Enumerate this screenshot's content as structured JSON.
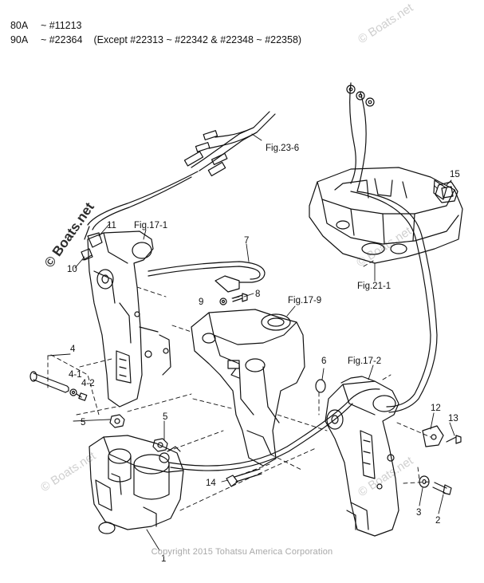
{
  "header": {
    "rows": [
      {
        "model": "80A",
        "serial": "~ #11213",
        "note": ""
      },
      {
        "model": "90A",
        "serial": "~ #22364",
        "note": "(Except #22313 ~ #22342 & #22348 ~ #22358)"
      }
    ]
  },
  "figure_refs": {
    "fig_23_6": "Fig.23-6",
    "fig_17_1": "Fig.17-1",
    "fig_21_1": "Fig.21-1",
    "fig_17_9": "Fig.17-9",
    "fig_17_2": "Fig.17-2"
  },
  "part_labels": {
    "p1": "1",
    "p2": "2",
    "p3": "3",
    "p4": "4",
    "p4_1": "4-1",
    "p4_2": "4-2",
    "p5a": "5",
    "p5b": "5",
    "p6": "6",
    "p7": "7",
    "p8": "8",
    "p9": "9",
    "p10": "10",
    "p11": "11",
    "p12": "12",
    "p13": "13",
    "p14": "14",
    "p15": "15"
  },
  "copyright": "Copyright 2015 Tohatsu America Corporation",
  "watermarks": {
    "dark": "© Boats.net",
    "light": "© Boats.net"
  }
}
